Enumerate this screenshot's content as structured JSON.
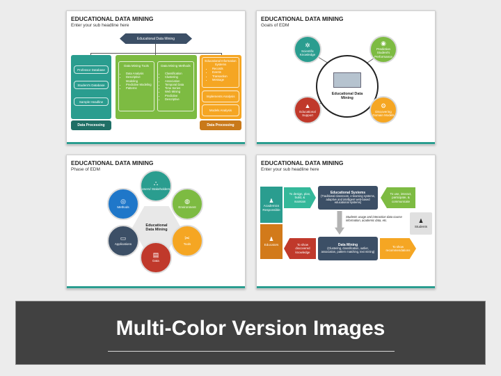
{
  "slide1": {
    "title": "EDUCATIONAL DATA MINING",
    "subtitle": "Enter your sub headline here",
    "root": "Educational Data Mining",
    "left_col": {
      "items": [
        "Professor Database",
        "Student's Database",
        "Sample Headline"
      ],
      "footer": "Data Processing"
    },
    "mid_col": {
      "tools_title": "Data Mining Tools",
      "tools": [
        "Data Analysis",
        "Descriptive Modeling",
        "Predictive Modeling",
        "Patterns"
      ],
      "methods_title": "Data Mining Methods",
      "methods": [
        "Classification",
        "Clustering",
        "Association",
        "Temporal Data",
        "Time Series",
        "Web Mining",
        "Predictive",
        "Descriptive"
      ]
    },
    "right_col": {
      "title": "Educational Information Systems",
      "items": [
        "Records",
        "Events",
        "Transaction",
        "Message"
      ],
      "box2": "Implements Analysis",
      "box3": "Models Analysis",
      "footer": "Data Processing"
    }
  },
  "slide2": {
    "title": "EDUCATIONAL DATA MINING",
    "subtitle": "Goals of EDM",
    "center": "Educational Data Mining",
    "goals": [
      "Scientific Knowledge",
      "Prediction Student's Performance",
      "Educational Support",
      "Discovering Domain Models"
    ]
  },
  "slide3": {
    "title": "EDUCATIONAL DATA MINING",
    "subtitle": "Phase of EDM",
    "center": "Educational Data Mining",
    "phases": [
      "Users/ Stakeholders",
      "Environment",
      "Tools",
      "Data",
      "Applications",
      "Methods"
    ]
  },
  "slide4": {
    "title": "EDUCATIONAL DATA MINING",
    "subtitle": "Enter your sub headline here",
    "academics": "Academics Responsible",
    "educators": "Educators",
    "to_design": "To design, plan, build, & maintain",
    "edu_systems_title": "Educational Systems",
    "edu_systems_body": "(Traditional classroom, e-learning systems, adaptive and intelligent web-based educational systems)",
    "to_use": "To use, interact, participate, & communicate",
    "students": "Students",
    "usage_note": "Students usage and interaction data course information, academic data, etc.",
    "data_mining_title": "Data Mining",
    "data_mining_body": "(Clustering, classification, outlier, association, pattern matching, text mining)",
    "to_show_knowledge": "To show discovered knowledge",
    "to_show_recommendations": "To show recommendations"
  },
  "banner": {
    "title": "Multi-Color Version Images"
  },
  "colors": {
    "teal": "#2a9d8f",
    "green": "#7dbb42",
    "orange": "#f5a623",
    "red": "#c0392b",
    "blue": "#1f77c9",
    "navy": "#3c4f66",
    "dark_bar": "#414141"
  }
}
